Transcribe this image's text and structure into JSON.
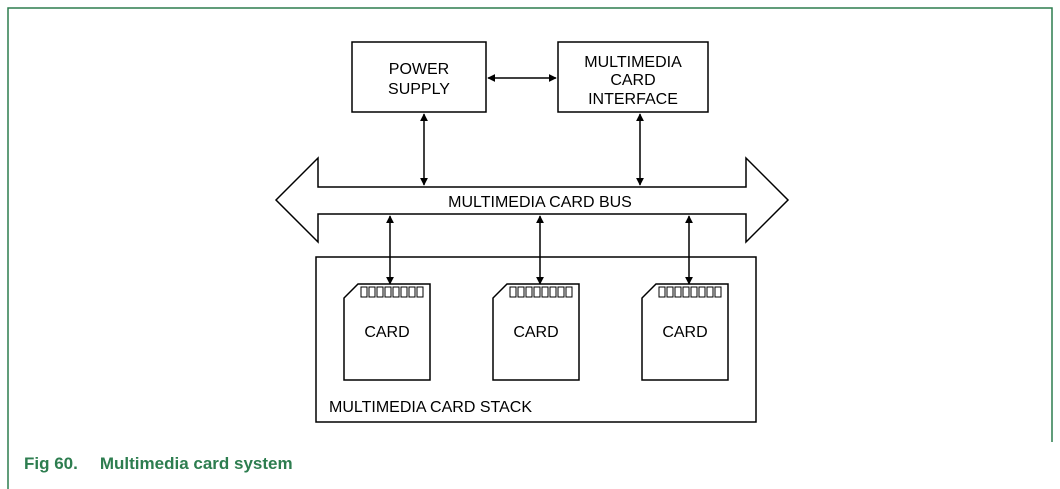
{
  "diagram": {
    "power_supply": [
      "POWER",
      "SUPPLY"
    ],
    "interface": [
      "MULTIMEDIA",
      "CARD",
      "INTERFACE"
    ],
    "bus": "MULTIMEDIA CARD BUS",
    "cards": [
      "CARD",
      "CARD",
      "CARD"
    ],
    "stack": "MULTIMEDIA CARD STACK"
  },
  "caption": {
    "number": "Fig 60.",
    "title": "Multimedia card system"
  },
  "colors": {
    "frame": "#2d7d4f",
    "caption": "#2d7d4f",
    "line": "#000000"
  }
}
